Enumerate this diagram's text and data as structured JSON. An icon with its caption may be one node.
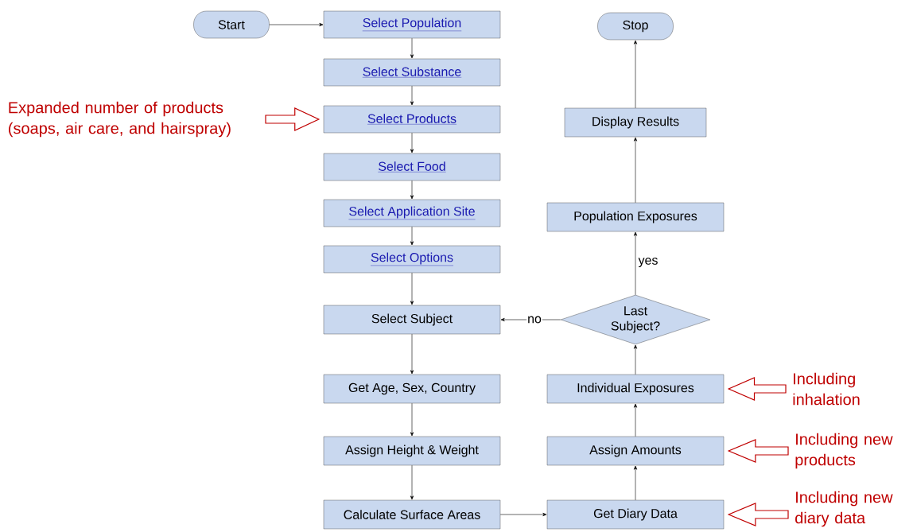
{
  "diagram": {
    "nodes": [
      {
        "text": [
          "Start"
        ]
      },
      {
        "text": [
          "Select Population"
        ]
      },
      {
        "text": [
          "Select Substance"
        ]
      },
      {
        "text": [
          "Select Products"
        ]
      },
      {
        "text": [
          "Select Food"
        ]
      },
      {
        "text": [
          "Select Application Site"
        ]
      },
      {
        "text": [
          "Select Options"
        ]
      },
      {
        "text": [
          "Select Subject"
        ]
      },
      {
        "text": [
          "Get Age, Sex, Country"
        ]
      },
      {
        "text": [
          "Assign Height & Weight"
        ]
      },
      {
        "text": [
          "Calculate Surface Areas"
        ]
      },
      {
        "text": [
          "Get Diary Data"
        ]
      },
      {
        "text": [
          "Assign Amounts"
        ]
      },
      {
        "text": [
          "Individual Exposures"
        ]
      },
      {
        "text": [
          "Last Subject?"
        ]
      },
      {
        "text": [
          "Population Exposures"
        ]
      },
      {
        "text": [
          "Display Results"
        ]
      },
      {
        "text": [
          "Stop"
        ]
      },
      {
        "text": [
          "Expanded number of products (soaps, air care, and hairspray)"
        ]
      },
      {
        "text": [
          "Including inhalation"
        ]
      },
      {
        "text": [
          "Including new products"
        ]
      },
      {
        "text": [
          "Including new diary data"
        ]
      }
    ],
    "edges": [
      {
        "from": 0,
        "to": 1,
        "arrow": "to"
      },
      {
        "from": 1,
        "to": 2,
        "arrow": "to"
      },
      {
        "from": 2,
        "to": 3,
        "arrow": "to"
      },
      {
        "from": 3,
        "to": 4,
        "arrow": "to"
      },
      {
        "from": 4,
        "to": 5,
        "arrow": "to"
      },
      {
        "from": 5,
        "to": 6,
        "arrow": "to"
      },
      {
        "from": 6,
        "to": 7,
        "arrow": "to"
      },
      {
        "from": 7,
        "to": 8,
        "arrow": "to"
      },
      {
        "from": 8,
        "to": 9,
        "arrow": "to"
      },
      {
        "from": 9,
        "to": 10,
        "arrow": "to"
      },
      {
        "from": 10,
        "to": 11,
        "arrow": "to"
      },
      {
        "from": 11,
        "to": 12,
        "arrow": "to"
      },
      {
        "from": 12,
        "to": 13,
        "arrow": "to"
      },
      {
        "from": 13,
        "to": 14,
        "arrow": "to"
      },
      {
        "from": 14,
        "to": 7,
        "arrow": "to",
        "label": "no"
      },
      {
        "from": 14,
        "to": 15,
        "arrow": "to",
        "label": "yes"
      },
      {
        "from": 15,
        "to": 16,
        "arrow": "to"
      },
      {
        "from": 16,
        "to": 17,
        "arrow": "to"
      },
      {
        "from": 18,
        "to": 3,
        "arrow": "to",
        "style": "thick",
        "color": "#c00000"
      },
      {
        "from": 19,
        "to": 13,
        "arrow": "to",
        "style": "thick",
        "color": "#c00000"
      },
      {
        "from": 20,
        "to": 12,
        "arrow": "to",
        "style": "thick",
        "color": "#c00000"
      },
      {
        "from": 21,
        "to": 11,
        "arrow": "to",
        "style": "thick",
        "color": "#c00000"
      }
    ]
  }
}
